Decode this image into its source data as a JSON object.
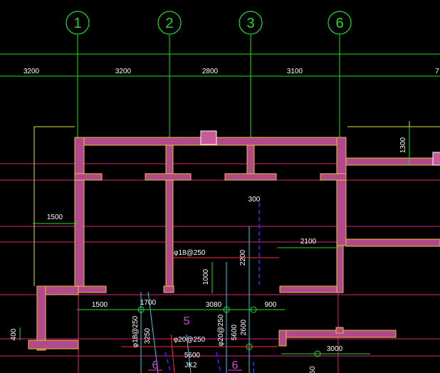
{
  "grid_axes": [
    "1",
    "2",
    "3",
    "6"
  ],
  "top_dimensions": [
    "3200",
    "3200",
    "2800",
    "3100",
    "7"
  ],
  "annotations": {
    "d1500_left": "1500",
    "d1300": "1300",
    "d300": "300",
    "d2100": "2100",
    "rebar_a": "φ18@250",
    "d2200": "2200",
    "d1000": "1000",
    "d1700": "1700",
    "d1500_bottom": "1500",
    "d3080": "3080",
    "d900": "900",
    "mark5": "5",
    "rebar_b": "φ18@250",
    "d3250": "3250",
    "rebar_c": "φ20@250",
    "rebar_d": "φ20@250",
    "d5600_v": "5600",
    "d2600": "2600",
    "d3000": "3000",
    "d400": "400",
    "d5600": "5600",
    "jk2": "JK2",
    "mark6a": "6",
    "mark6b": "6",
    "d60": "60"
  },
  "colors": {
    "background": "#000000",
    "wall_fill": "#b04a8a",
    "wall_edge": "#f0c030",
    "grid_line": "#20e020",
    "magenta_line": "#e02080",
    "yellow_line": "#e8e040",
    "cyan_line": "#30d0e0",
    "blue_line": "#3030ff",
    "red_line": "#ff3030",
    "dim_text": "#ffffff"
  }
}
